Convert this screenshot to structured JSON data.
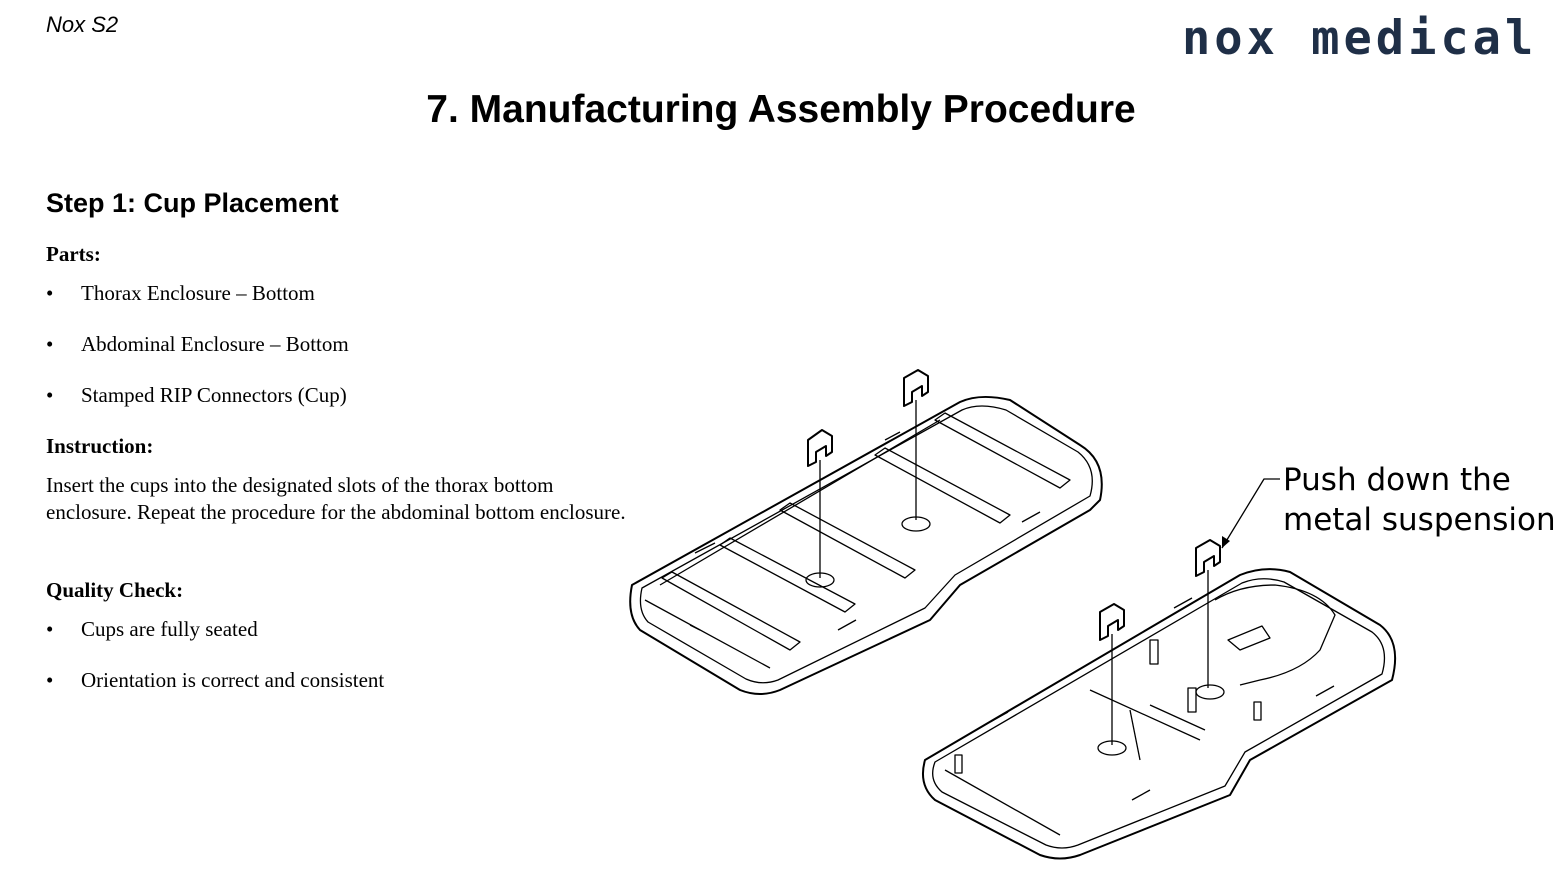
{
  "header": {
    "doc_name": "Nox S2",
    "logo_text": "nox medical"
  },
  "page_title": "7. Manufacturing Assembly Procedure",
  "step": {
    "title": "Step 1: Cup Placement",
    "parts_label": "Parts:",
    "parts": [
      "Thorax Enclosure – Bottom",
      "Abdominal Enclosure – Bottom",
      "Stamped RIP Connectors (Cup)"
    ],
    "instruction_label": "Instruction:",
    "instruction_text": "Insert the cups into the designated slots of the thorax bottom enclosure. Repeat the procedure for the abdominal bottom enclosure.",
    "quality_label": "Quality Check:",
    "quality_items": [
      "Cups are fully seated",
      "Orientation is correct and consistent"
    ]
  },
  "figure": {
    "callout_line1": "Push down the",
    "callout_line2": "metal suspension"
  },
  "bullet_glyph": "•"
}
